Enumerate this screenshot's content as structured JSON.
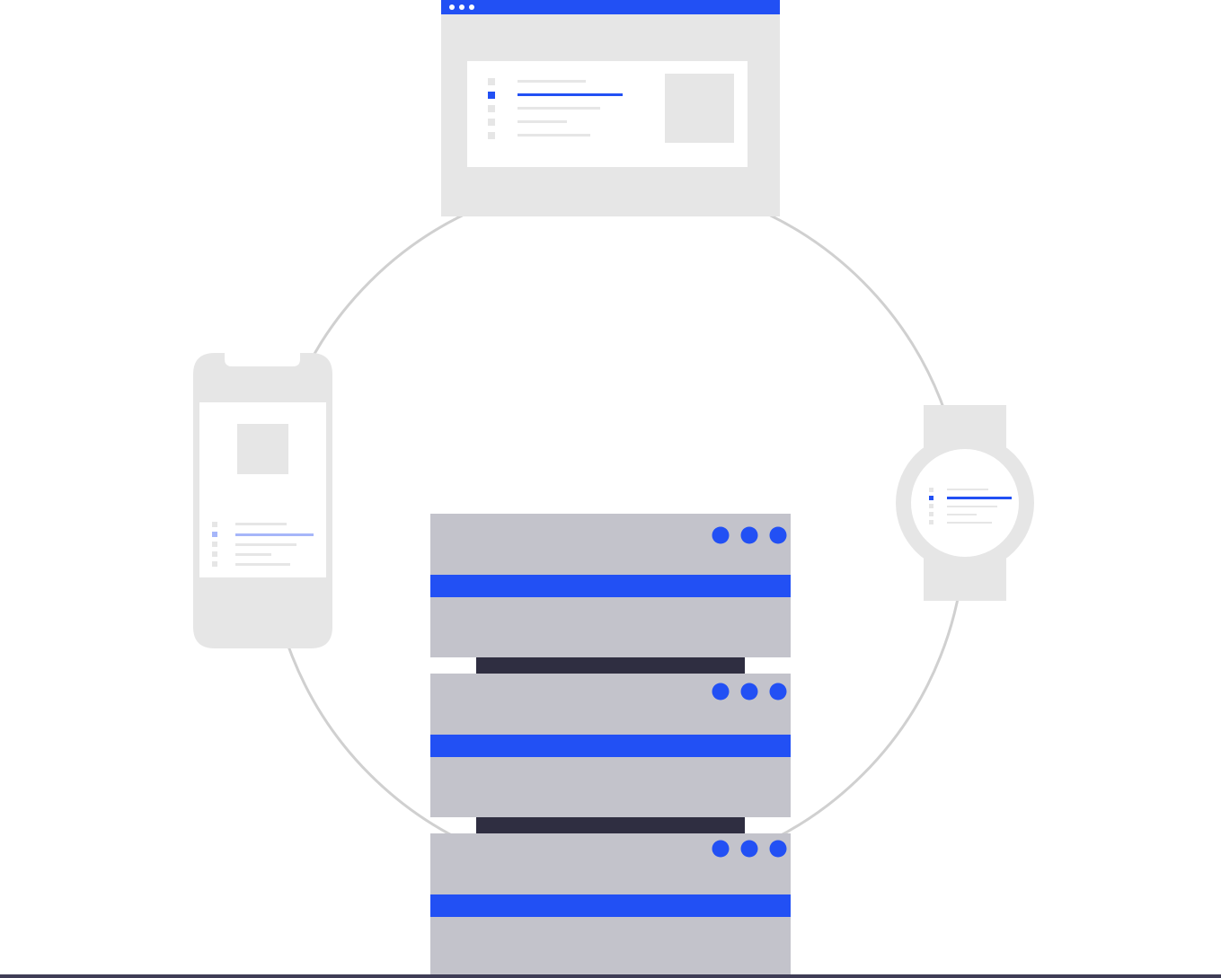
{
  "colors": {
    "background": "#ffffff",
    "accent": "#2250f4",
    "light_gray": "#e6e6e6",
    "ring": "#d0d0d0",
    "server_body": "#c3c3cb",
    "server_rack": "#2f2e41",
    "ground": "#3f3d56",
    "white": "#ffffff",
    "muted_accent": "#a6b6f9"
  },
  "illustration": {
    "devices": [
      "browser-window",
      "smartphone",
      "smartwatch"
    ],
    "server": {
      "units": 3,
      "indicator_lights_per_unit": 3
    },
    "browser_window": {
      "dots": 3,
      "list_items": 5,
      "active_item_index": 1
    },
    "phone": {
      "list_items": 5,
      "active_item_index": 1
    },
    "watch": {
      "list_items": 5,
      "active_item_index": 1
    }
  }
}
